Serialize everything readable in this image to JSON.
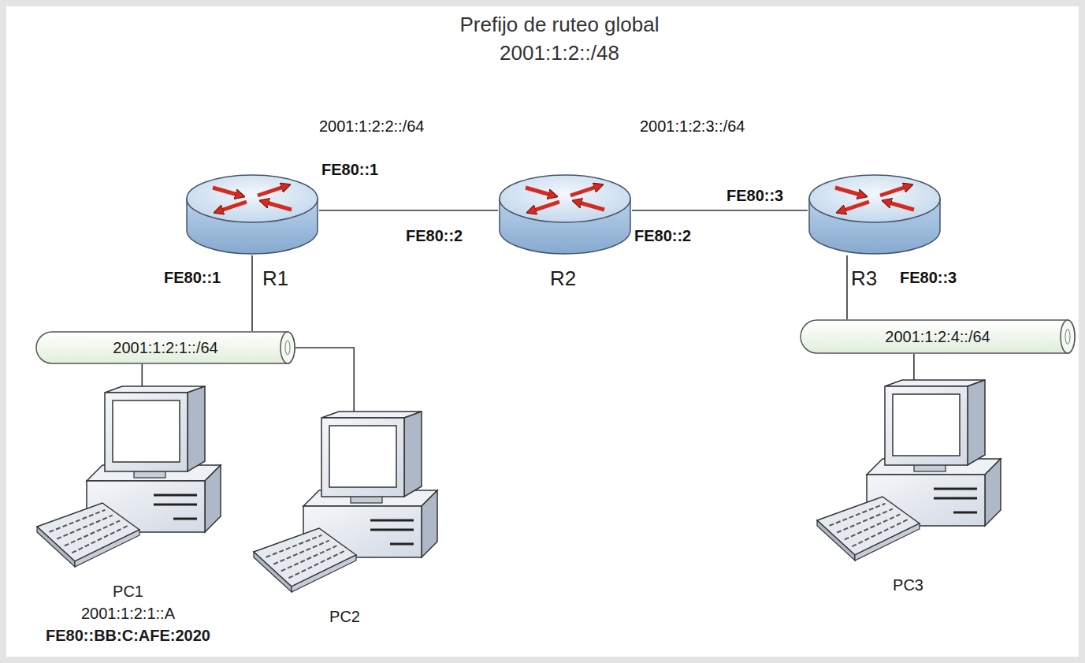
{
  "diagram": {
    "title": "Prefijo de ruteo global",
    "nodes": [
      {
        "text": [
          "R1"
        ]
      },
      {
        "text": [
          "R2"
        ]
      },
      {
        "text": [
          "R3"
        ]
      },
      {
        "text": [
          "2001:1:2:1::/64"
        ]
      },
      {
        "text": [
          "PC1",
          "2001:1:2:1::A",
          "FE80::BB:C:AFE:2020"
        ]
      },
      {
        "text": [
          "PC2"
        ]
      },
      {
        "text": [
          "2001:1:2:4::/64"
        ]
      },
      {
        "text": [
          "PC3"
        ]
      }
    ],
    "edges": [
      {
        "from": 0,
        "to": 1,
        "arrow": "none"
      },
      {
        "from": 1,
        "to": 2,
        "arrow": "none"
      },
      {
        "from": 0,
        "to": 3,
        "arrow": "none"
      },
      {
        "from": 3,
        "to": 4,
        "arrow": "none"
      },
      {
        "from": 3,
        "to": 5,
        "arrow": "none"
      },
      {
        "from": 2,
        "to": 6,
        "arrow": "none"
      },
      {
        "from": 6,
        "to": 7,
        "arrow": "none"
      }
    ],
    "labels": [
      "2001:1:2::/48",
      "2001:1:2:2::/64",
      "FE80::1",
      "2001:1:2:3::/64",
      "FE80::3",
      "FE80::2",
      "FE80::2",
      "FE80::1",
      "FE80::3"
    ]
  }
}
